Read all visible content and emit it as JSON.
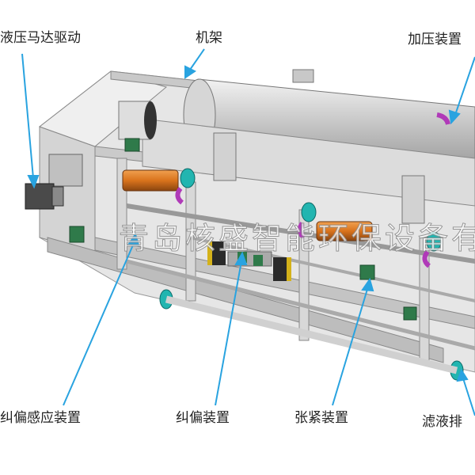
{
  "callouts": {
    "hydraulic_motor": "液压马达驱动",
    "frame": "机架",
    "pressure_device": "加压装置",
    "deviation_sensor": "纠偏感应装置",
    "deviation_device": "纠偏装置",
    "tension_device": "张紧装置",
    "filtrate_outlet": "滤液排"
  },
  "watermark": "青岛核盛智能环保设备有",
  "colors": {
    "callout_line": "#29a3e0",
    "frame_steel": "#cfcfcf",
    "roller_orange": "#d9731c",
    "flange_teal": "#22b5b0",
    "pipe_purple": "#b03ab8",
    "bearing_green": "#2f7a4a"
  }
}
